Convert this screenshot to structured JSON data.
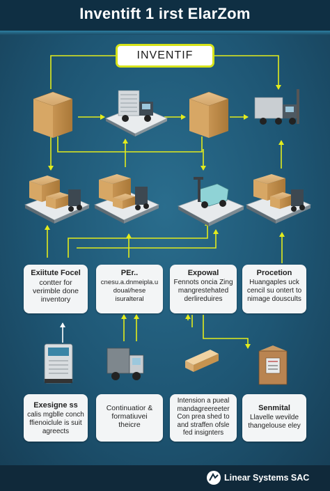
{
  "page": {
    "title": "Inventift 1 irst ElarZom",
    "diagram_title": "INVENTIF",
    "brand": "Linear Systems SAC"
  },
  "top_cards": [
    {
      "title": "Exiitute Focel",
      "body": "contter for\nverimble done\ninventory"
    },
    {
      "title": "PEr..",
      "body": "cnesu.a.dnmeipla.u\ndoual/hese\nisuralteral"
    },
    {
      "title": "Expowal",
      "body": "Fennots oncia Zing\nmangrestehated\nderlireduires"
    },
    {
      "title": "Procetion",
      "body": "Huangaples uck\ncencil su ontert to\nnimage douscults"
    }
  ],
  "bottom_cards": [
    {
      "title": "Exesigne ss",
      "body": "calis mgblle conch\nffienoiclule is suit\nagreects"
    },
    {
      "title": "",
      "body": "Continuatior &\nformatiuvei\ntheicre"
    },
    {
      "title": "",
      "body": "Intension a pueal\nmandagreereeter\nCon prea shed to\nand straffen ofsle\nfed insignters"
    },
    {
      "title": "Senmital",
      "body": "Llavelle wevilde\nthangelouse eley"
    }
  ],
  "icons": {
    "row1": [
      "cardboard-box-icon",
      "server-truck-icon",
      "cardboard-box-icon",
      "delivery-truck-icon"
    ],
    "row2": [
      "box-pallet-truck-icon",
      "box-forklift-icon",
      "hand-truck-icon",
      "box-pallet-truck-icon"
    ],
    "row3": [
      "server-terminal-icon",
      "delivery-van-icon",
      "box-package-icon",
      "storage-crate-icon"
    ],
    "logo": "linear-systems-logo-icon"
  },
  "colors": {
    "background": "#1d5470",
    "header": "#0f2f43",
    "arrow": "#e3ec1c",
    "title_border": "#d6e31a",
    "card": "#f3f5f6"
  }
}
